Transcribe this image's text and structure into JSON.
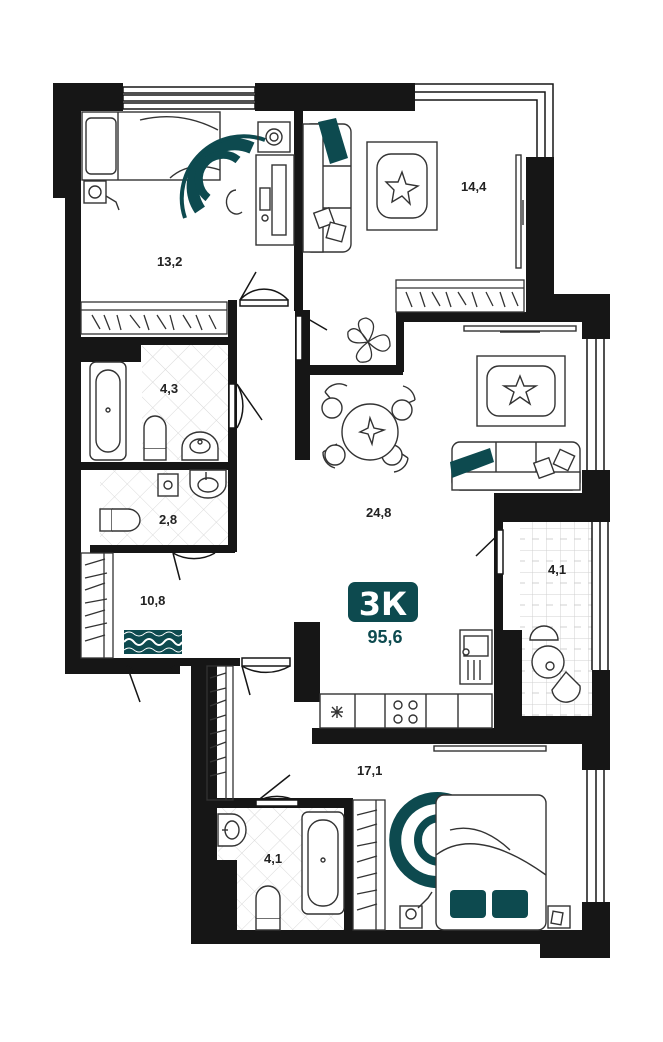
{
  "plan": {
    "type_label": "3К",
    "total_area": "95,6",
    "colors": {
      "accent": "#0d4a4f",
      "wall": "#161616",
      "line": "#333333",
      "tile": "#d9d9d9"
    },
    "rooms": [
      {
        "id": "bedroom-top",
        "area": "13,2"
      },
      {
        "id": "living-top",
        "area": "14,4"
      },
      {
        "id": "bathroom-top",
        "area": "4,3"
      },
      {
        "id": "wc",
        "area": "2,8"
      },
      {
        "id": "hall",
        "area": "10,8"
      },
      {
        "id": "kitchen-living",
        "area": "24,8"
      },
      {
        "id": "balcony",
        "area": "4,1"
      },
      {
        "id": "bedroom-bottom",
        "area": "17,1"
      },
      {
        "id": "bathroom-bottom",
        "area": "4,1"
      }
    ]
  }
}
